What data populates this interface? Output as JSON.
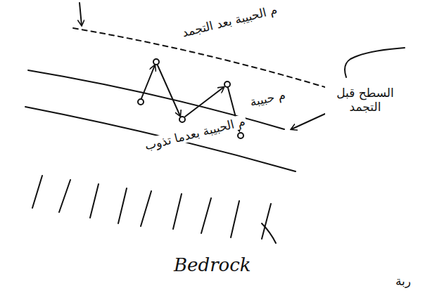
{
  "diagram": {
    "labels": [
      "م الحبيبة بعد التجمد",
      "م حبيبة",
      "م الحبيبة بعدما تذوب",
      "السطح قبل التجمد",
      "Bedrock",
      "ربة"
    ]
  }
}
